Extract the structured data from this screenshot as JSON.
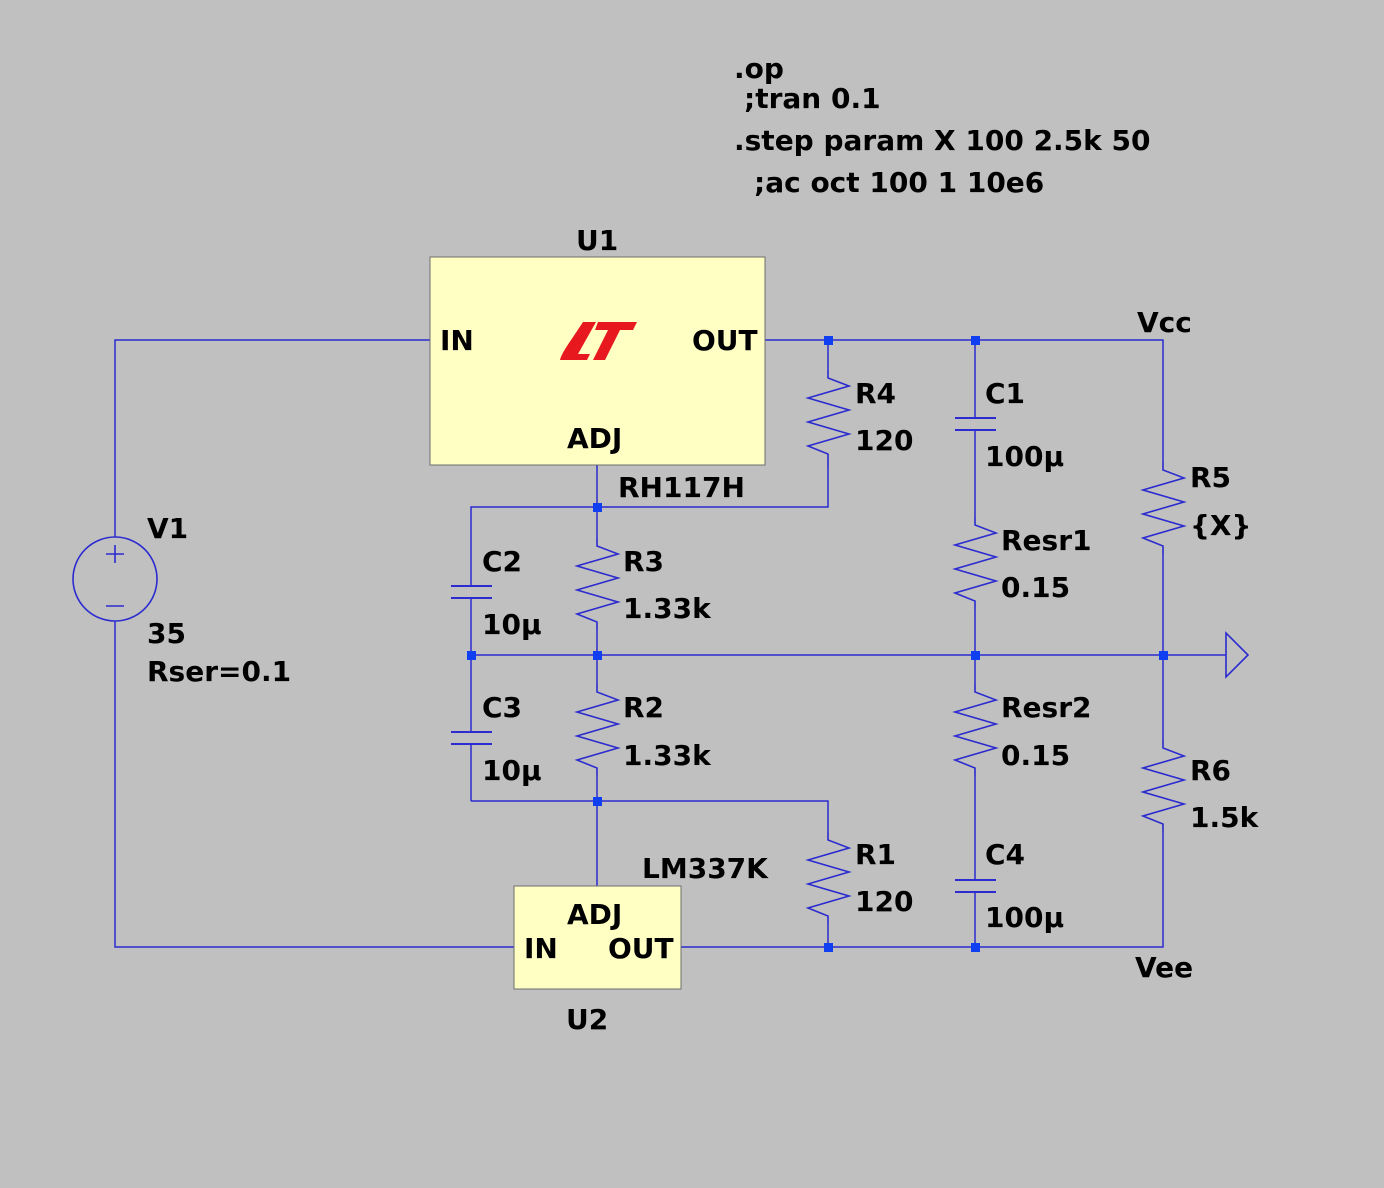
{
  "directives": [
    ".op",
    ";tran 0.1",
    ".step param X 100 2.5k 50",
    ";ac oct 100 1 10e6"
  ],
  "colors": {
    "background": "#c0c0c0",
    "wire": "#2b2bcf",
    "ic_fill": "#ffffc4",
    "logo": "#e8191e",
    "junction": "#0f3ff0"
  },
  "u1": {
    "name": "U1",
    "model": "RH117H",
    "pin_in": "IN",
    "pin_out": "OUT",
    "pin_adj": "ADJ",
    "logo": "lt-logo-icon"
  },
  "u2": {
    "name": "U2",
    "model": "LM337K",
    "pin_in": "IN",
    "pin_out": "OUT",
    "pin_adj": "ADJ"
  },
  "v1": {
    "name": "V1",
    "value": "35",
    "extra": "Rser=0.1",
    "icon": "voltage-source-icon"
  },
  "r1": {
    "name": "R1",
    "value": "120"
  },
  "r2": {
    "name": "R2",
    "value": "1.33k"
  },
  "r3": {
    "name": "R3",
    "value": "1.33k"
  },
  "r4": {
    "name": "R4",
    "value": "120"
  },
  "r5": {
    "name": "R5",
    "value": "{X}"
  },
  "r6": {
    "name": "R6",
    "value": "1.5k"
  },
  "resr1": {
    "name": "Resr1",
    "value": "0.15"
  },
  "resr2": {
    "name": "Resr2",
    "value": "0.15"
  },
  "c1": {
    "name": "C1",
    "value": "100µ"
  },
  "c2": {
    "name": "C2",
    "value": "10µ"
  },
  "c3": {
    "name": "C3",
    "value": "10µ"
  },
  "c4": {
    "name": "C4",
    "value": "100µ"
  },
  "nets": {
    "vcc": "Vcc",
    "vee": "Vee",
    "ground_icon": "ground-arrow-icon"
  }
}
